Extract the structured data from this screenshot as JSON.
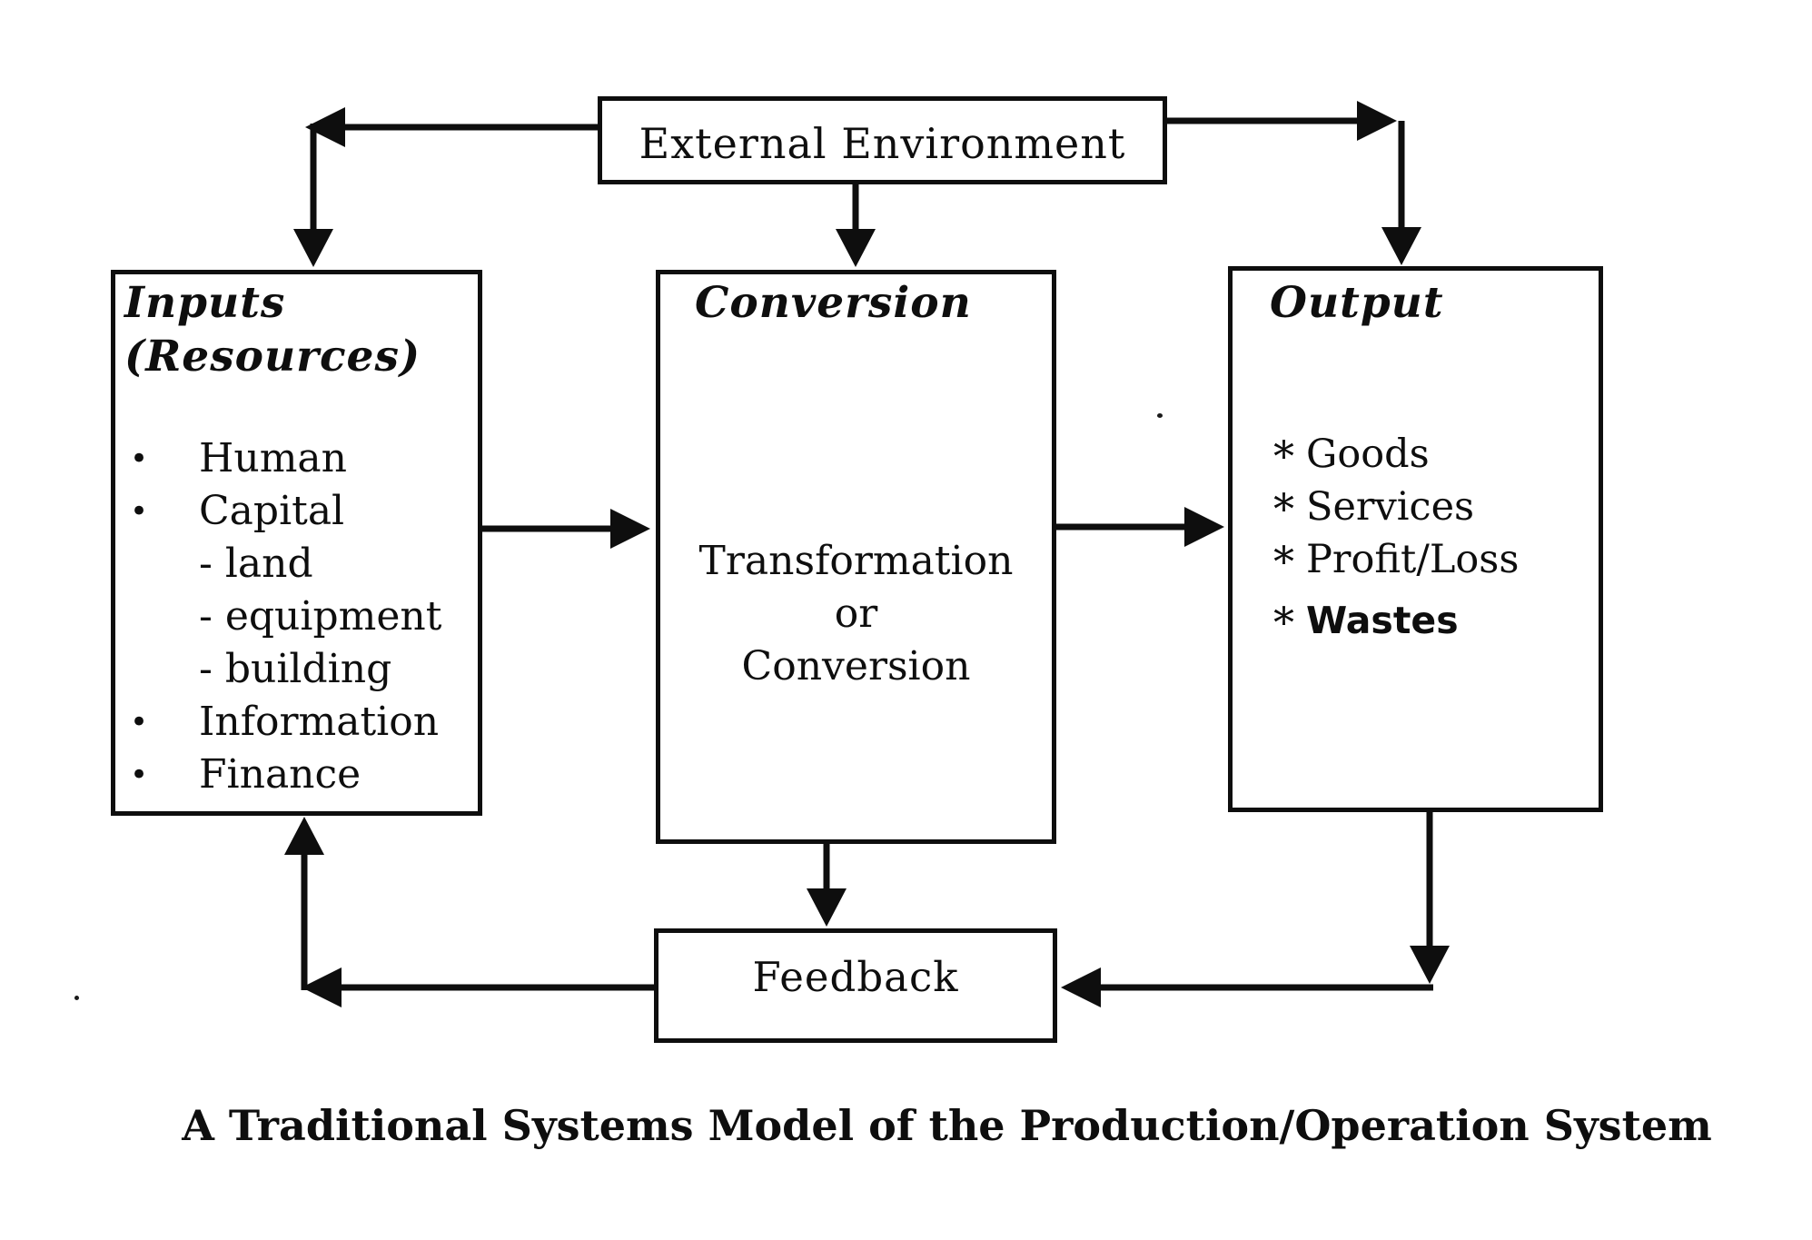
{
  "diagram": {
    "caption": "A Traditional Systems Model of the Production/Operation System",
    "external_environment": {
      "label": "External Environment"
    },
    "inputs": {
      "title": "Inputs\n(Resources)",
      "items": [
        {
          "bullet": "•",
          "label": "Human"
        },
        {
          "bullet": "•",
          "label": "Capital"
        },
        {
          "bullet": "",
          "label": "- land"
        },
        {
          "bullet": "",
          "label": "- equipment"
        },
        {
          "bullet": "",
          "label": "- building"
        },
        {
          "bullet": "•",
          "label": "Information"
        },
        {
          "bullet": "•",
          "label": "Finance"
        }
      ]
    },
    "conversion": {
      "title": "Conversion",
      "body": "Transformation\nor\nConversion"
    },
    "output": {
      "title": "Output",
      "items": [
        {
          "marker": "*",
          "label": "Goods"
        },
        {
          "marker": "*",
          "label": "Services"
        },
        {
          "marker": "*",
          "label": "Profit/Loss"
        },
        {
          "marker": "*",
          "label": "Wastes"
        }
      ]
    },
    "feedback": {
      "label": "Feedback"
    },
    "colors": {
      "ink": "#0e0e0e",
      "paper": "#ffffff"
    }
  }
}
